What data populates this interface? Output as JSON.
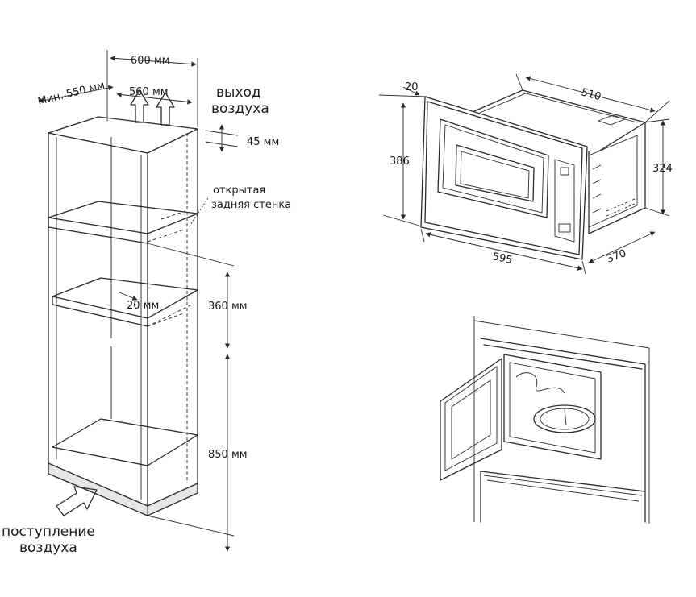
{
  "cabinet": {
    "labels": {
      "width_outer": "600 мм",
      "depth_min": "Мин. 550 мм",
      "width_inner": "560 мм",
      "air_out": "выход\nвоздуха",
      "gap": "45 мм",
      "rear_open": "открытая\nзадняя стенка",
      "shelf_offset": "20 мм",
      "niche_height": "360 мм",
      "floor_height": "850 мм",
      "air_in": "поступление\nвоздуха"
    }
  },
  "oven": {
    "labels": {
      "depth_front": "20",
      "width_top": "510",
      "height_front": "386",
      "height_side": "324",
      "width_bottom": "595",
      "depth_bottom": "370"
    }
  }
}
